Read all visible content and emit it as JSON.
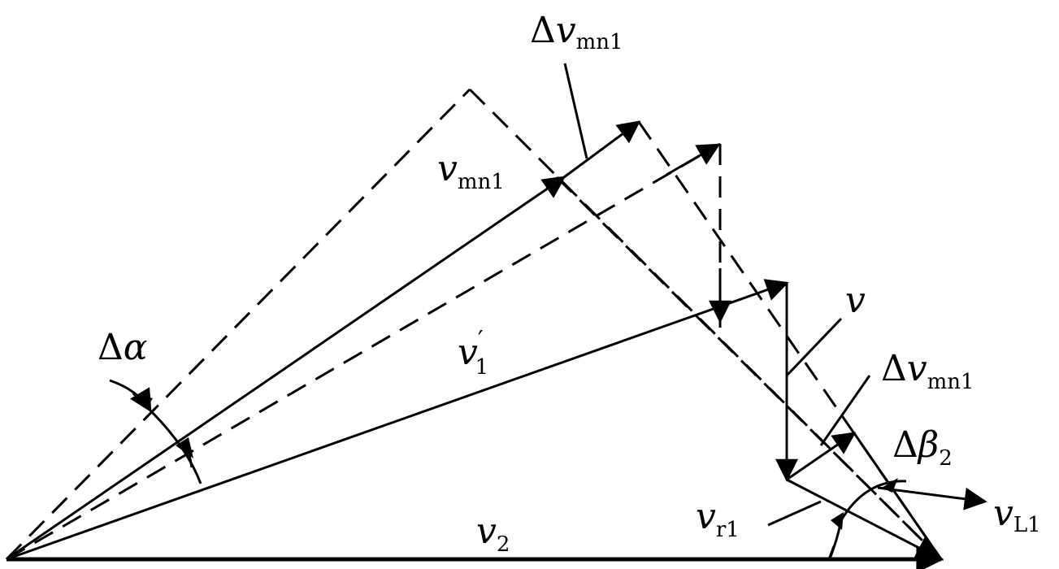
{
  "labels": {
    "delta_v_mn1_top": {
      "delta": "Δ",
      "base": "v",
      "sub": "mn1"
    },
    "v_mn1": {
      "base": "v",
      "sub": "mn1"
    },
    "v1_prime": {
      "base": "v",
      "sub": "1",
      "sup": "′"
    },
    "v": {
      "base": "v"
    },
    "delta_alpha": {
      "delta": "Δ",
      "base": "α"
    },
    "delta_v_mn1_right": {
      "delta": "Δ",
      "base": "v",
      "sub": "mn1"
    },
    "delta_beta2": {
      "delta": "Δ",
      "base": "β",
      "sub": "2"
    },
    "v_r1": {
      "base": "v",
      "sub": "r1"
    },
    "v_L1": {
      "base": "v",
      "sub": "L1"
    },
    "v2": {
      "base": "v",
      "sub": "2"
    }
  }
}
